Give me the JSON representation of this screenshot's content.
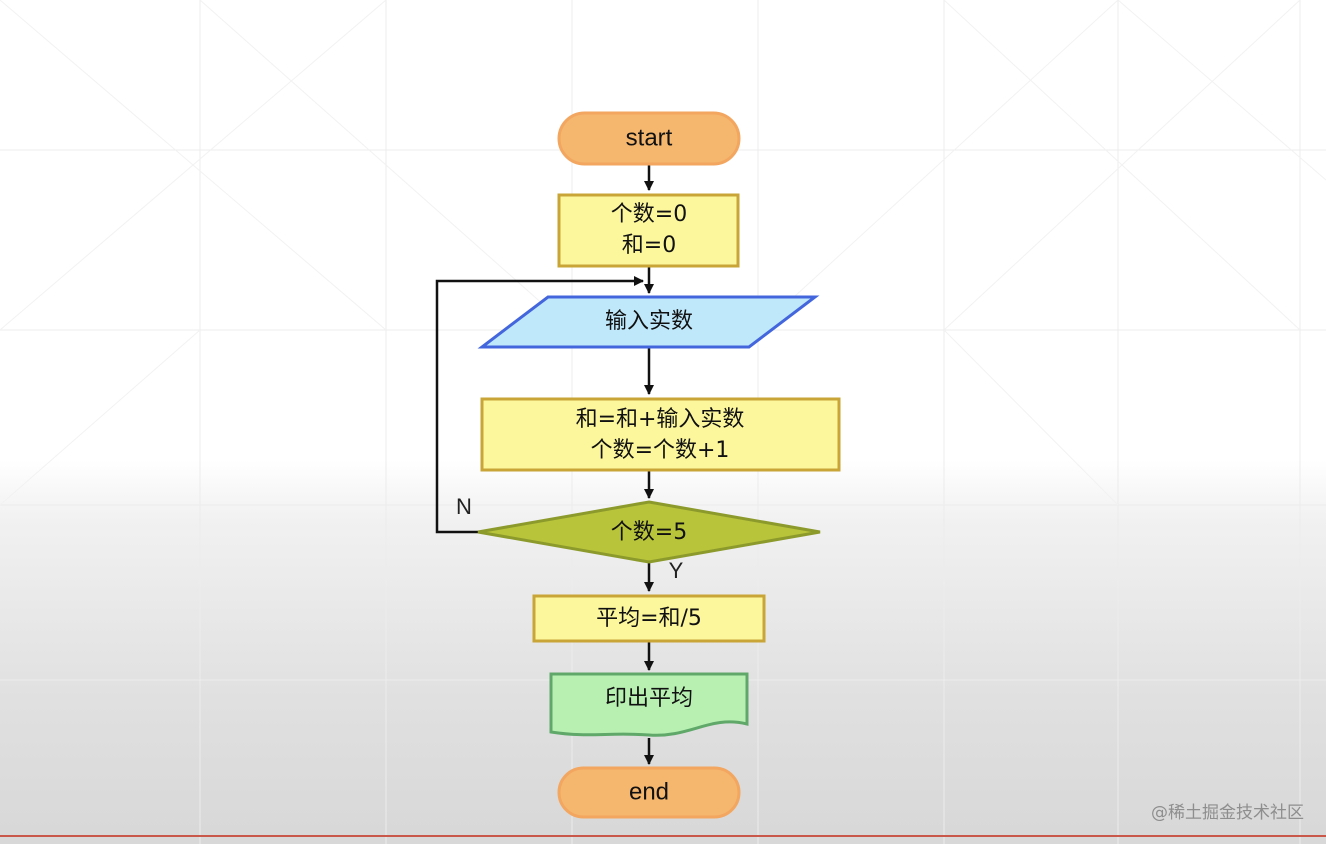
{
  "flowchart": {
    "start": "start",
    "init": {
      "line1": "个数=0",
      "line2": "和=0"
    },
    "input": "输入实数",
    "process": {
      "line1": "和=和+输入实数",
      "line2": "个数=个数+1"
    },
    "decision": "个数=5",
    "no_label": "N",
    "yes_label": "Y",
    "average": "平均=和/5",
    "output": "印出平均",
    "end": "end"
  },
  "watermark": "@稀土掘金技术社区",
  "colors": {
    "terminal_fill": "#F5B66E",
    "terminal_stroke": "#F2A65F",
    "process_fill": "#FCF79C",
    "process_stroke": "#C9A437",
    "input_fill": "#BFE8FB",
    "input_stroke": "#4466DD",
    "decision_fill": "#B8C43A",
    "decision_stroke": "#8C9A2C",
    "output_fill": "#B8F0B2",
    "output_stroke": "#5FA86A",
    "accent_line": "#C9574A"
  }
}
